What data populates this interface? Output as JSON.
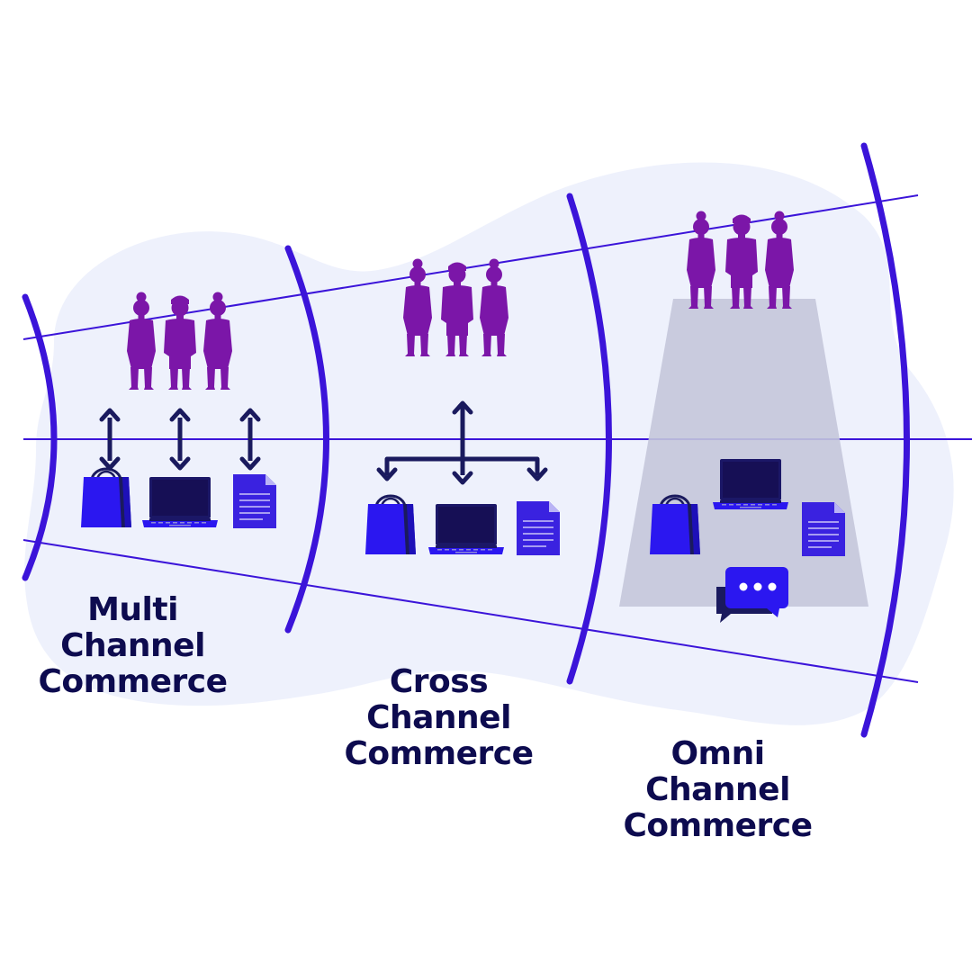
{
  "colors": {
    "background": "#ffffff",
    "blob": "#eef1fc",
    "guide_lines": "#3b14d9",
    "arcs": "#3b14d9",
    "people": "#7b16a8",
    "arrows": "#1a1a5e",
    "bag": "#2b17f0",
    "bag_handle": "#1a1a5e",
    "laptop": "#1b1767",
    "document": "#3a22e0",
    "chat_bubble": "#2b17f0",
    "omni_platform": "#c4c6da",
    "label_text": "#0d0b4f"
  },
  "icons": [
    "person-icon",
    "double-arrow-icon",
    "branch-arrow-icon",
    "shopping-bag-icon",
    "laptop-icon",
    "document-icon",
    "chat-bubble-icon"
  ],
  "sections": [
    {
      "id": "multi",
      "lines": [
        "Multi",
        "Channel",
        "Commerce"
      ]
    },
    {
      "id": "cross",
      "lines": [
        "Cross",
        "Channel",
        "Commerce"
      ]
    },
    {
      "id": "omni",
      "lines": [
        "Omni",
        "Channel",
        "Commerce"
      ]
    }
  ]
}
